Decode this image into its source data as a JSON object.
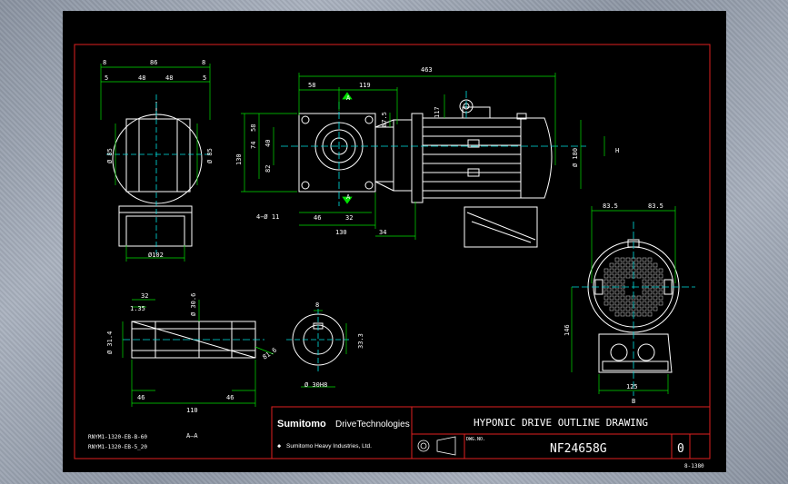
{
  "title_block": {
    "company_name": "Sumitomo",
    "company_suffix": "DriveTechnologies",
    "parent_company": "Sumitomo Heavy Industries, Ltd.",
    "drawing_title": "HYPONIC DRIVE OUTLINE DRAWING",
    "drawing_number": "NF24658G",
    "revision": "0",
    "dwg_no_label": "DWG.NO.",
    "sheet_code": "8-1380"
  },
  "notes": {
    "view_label": "A—A",
    "motor_ref_1": "RNYM1-1320-EB-B-60",
    "motor_ref_2": "RNYM1-1320-EB-5_20"
  },
  "dimensions": {
    "overall_length": "463",
    "d_58": "58",
    "d_119": "119",
    "d_87_5": "87.5",
    "d_117": "117",
    "d_130": "130",
    "d_58b": "58",
    "d_40": "40",
    "d_74": "74",
    "d_82": "82",
    "d_46": "46",
    "d_32": "32",
    "d_130b": "130",
    "d_34": "34",
    "holes": "4−Ø 11",
    "dia_180": "Ø 180",
    "d_8": "8",
    "d_86": "86",
    "d_48": "48",
    "d_48b": "48",
    "d_5": "5",
    "d_5b": "5",
    "d_8b": "8",
    "dia_85": "Ø 85",
    "dia_85b": "Ø 85",
    "dia_102": "Ø102",
    "d_83_5a": "83.5",
    "d_83_5b": "83.5",
    "d_146": "146",
    "d_125": "125",
    "d_32b": "32",
    "d_1_35": "1.35",
    "dia_30_6": "Ø 30.6",
    "dia_31_4": "Ø 31.4",
    "d_46b": "46",
    "d_46c": "46",
    "d_110": "110",
    "d_81_6": "81.6",
    "d_8c": "8",
    "d_33_3": "33.3",
    "dia_30h8": "Ø 30H8",
    "section_a": "A",
    "section_a2": "A",
    "view_h": "H",
    "view_b": "B"
  }
}
